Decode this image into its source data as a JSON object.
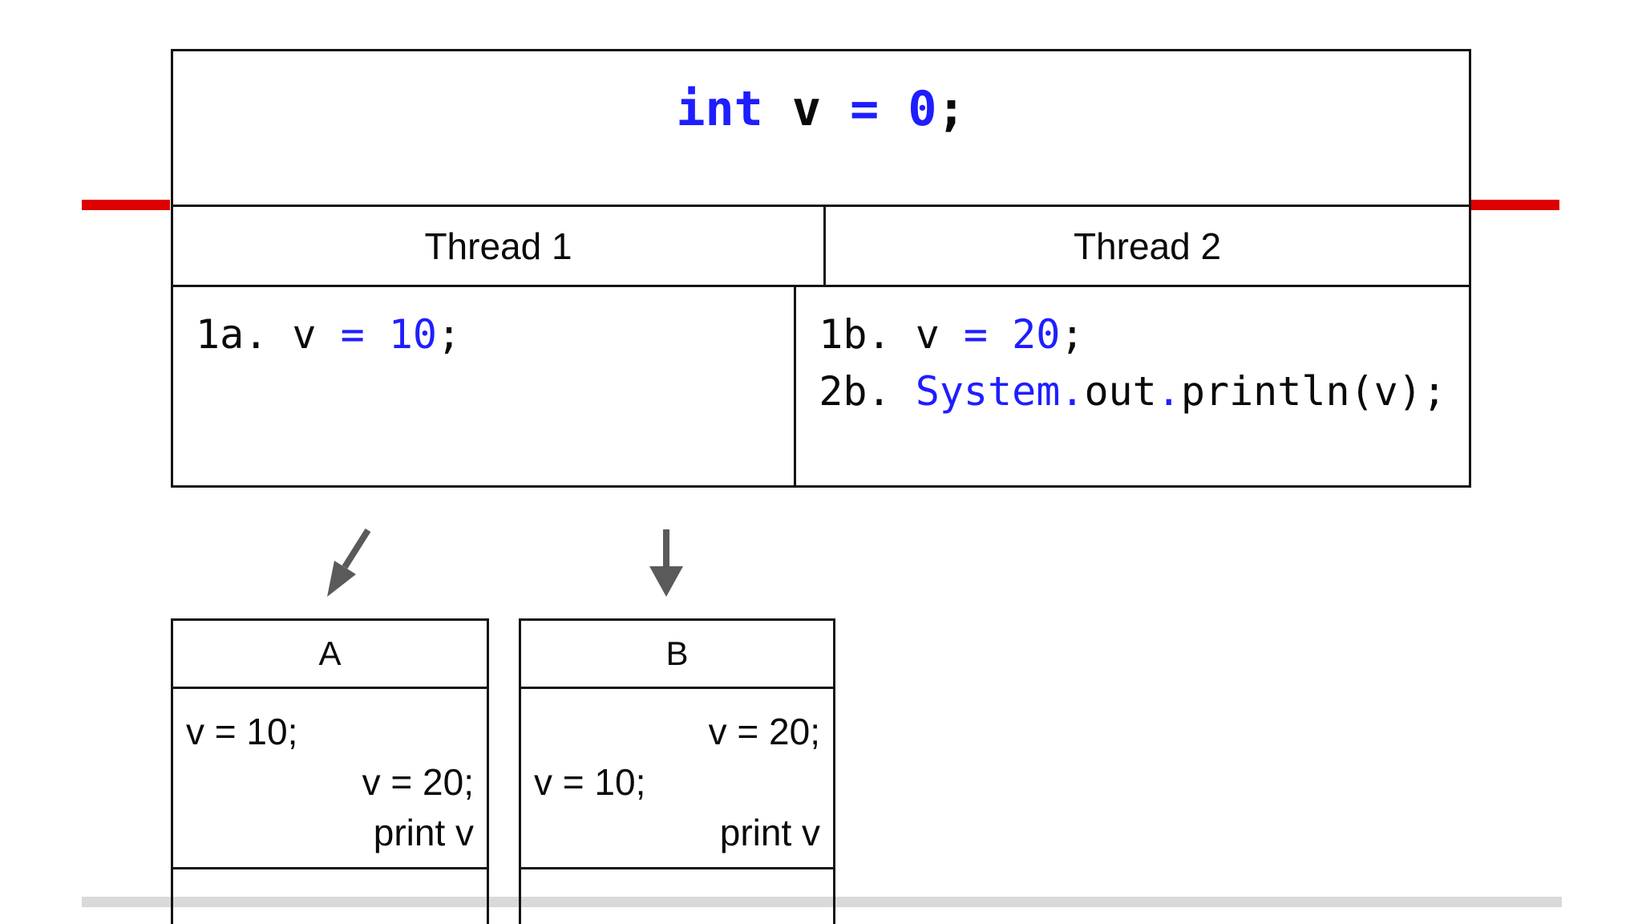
{
  "colors": {
    "keyword-blue": "#1e1eff",
    "code-black": "#0a0a0a",
    "border-black": "#141414",
    "accent-red": "#dc0000",
    "divider-gray": "#d9d9d9",
    "arrow-gray": "#5a5a5a"
  },
  "main_table": {
    "init_statement": {
      "tokens": [
        {
          "text": "int",
          "color": "blue"
        },
        {
          "text": " v ",
          "color": "black"
        },
        {
          "text": "= 0",
          "color": "blue"
        },
        {
          "text": ";",
          "color": "black"
        }
      ]
    },
    "headers": {
      "thread1": "Thread 1",
      "thread2": "Thread 2"
    },
    "thread1": {
      "line1": [
        {
          "text": "1a. v ",
          "color": "black"
        },
        {
          "text": "= 10",
          "color": "blue"
        },
        {
          "text": ";",
          "color": "black"
        }
      ]
    },
    "thread2": {
      "line1": [
        {
          "text": "1b. v ",
          "color": "black"
        },
        {
          "text": "= 20",
          "color": "blue"
        },
        {
          "text": ";",
          "color": "black"
        }
      ],
      "line2": [
        {
          "text": "2b. ",
          "color": "black"
        },
        {
          "text": "System.",
          "color": "blue"
        },
        {
          "text": "out",
          "color": "black"
        },
        {
          "text": ".",
          "color": "blue"
        },
        {
          "text": "println(v);",
          "color": "black"
        }
      ]
    }
  },
  "interleavings": {
    "a": {
      "label": "A",
      "lines": [
        {
          "text": "v = 10;",
          "align": "left"
        },
        {
          "text": "v = 20;",
          "align": "right"
        },
        {
          "text": "print v",
          "align": "right"
        }
      ]
    },
    "b": {
      "label": "B",
      "lines": [
        {
          "text": "v = 20;",
          "align": "right"
        },
        {
          "text": "v = 10;",
          "align": "left"
        },
        {
          "text": "print v",
          "align": "right"
        }
      ]
    }
  }
}
